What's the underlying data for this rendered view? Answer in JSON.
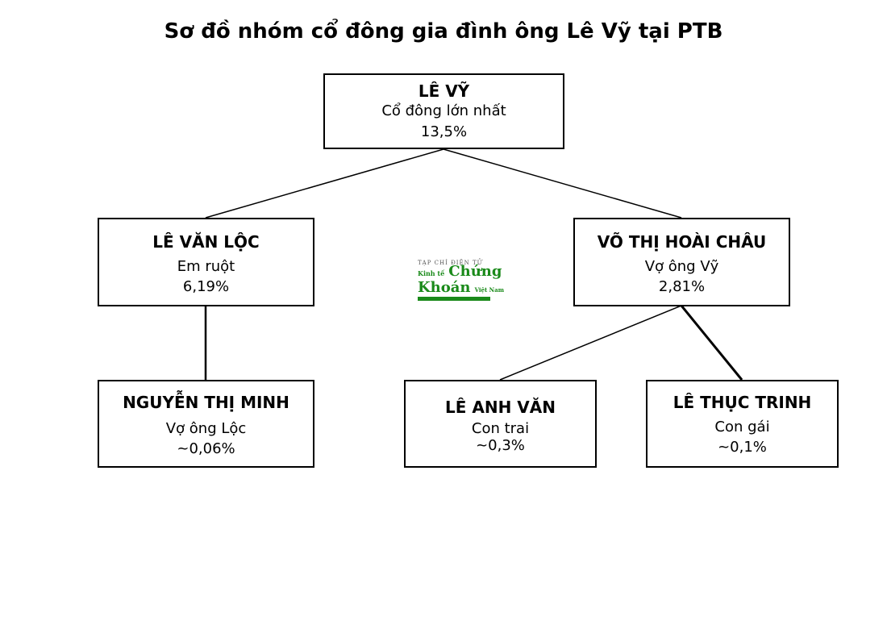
{
  "title": "Sơ đồ nhóm cổ đông gia đình ông Lê Vỹ tại PTB",
  "nodes": {
    "root": {
      "name": "LÊ VỸ",
      "role": "Cổ đông lớn nhất",
      "pct": "13,5%"
    },
    "loc": {
      "name": "LÊ VĂN LỘC",
      "role": "Em ruột",
      "pct": "6,19%"
    },
    "chau": {
      "name": "VÕ THỊ HOÀI CHÂU",
      "role": "Vợ ông Vỹ",
      "pct": "2,81%"
    },
    "minh": {
      "name": "NGUYỄN THỊ MINH",
      "role": "Vợ ông Lộc",
      "pct": "~0,06%"
    },
    "van": {
      "name": "LÊ ANH VĂN",
      "role": "Con trai",
      "pct": "~0,3%"
    },
    "trinh": {
      "name": "LÊ THỤC TRINH",
      "role": "Con gái",
      "pct": "~0,1%"
    }
  },
  "watermark": {
    "line1": "TẠP CHÍ ĐIỆN TỬ",
    "line2a": "Kinh tế",
    "line2b": "Chứng",
    "line3a": "Khoán",
    "line3b": "Việt Nam",
    "color": "#1a8a1a"
  }
}
